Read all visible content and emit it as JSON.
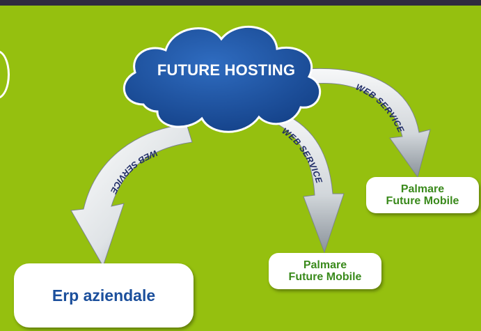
{
  "colors": {
    "background": "#95c00f",
    "top_band": "#2f2a3f",
    "cloud_fill": "#1b4f9c",
    "cloud_outline": "#ffffff",
    "arrow_fill_light": "#f2f3f4",
    "arrow_fill_dark": "#9aa2aa",
    "arrow_label": "#1f2c66",
    "erp_text": "#1b4f9c",
    "palmare_text": "#3a8a1c"
  },
  "cloud": {
    "label": "FUTURE HOSTING"
  },
  "arrows": [
    {
      "id": "to-erp",
      "label": "WEB SERVICE"
    },
    {
      "id": "to-palmare-center",
      "label": "WEB SERVICE"
    },
    {
      "id": "to-palmare-right",
      "label": "WEB SERVICE"
    }
  ],
  "boxes": {
    "erp": {
      "label": "Erp aziendale"
    },
    "palmare_center": {
      "line1": "Palmare",
      "line2": "Future Mobile"
    },
    "palmare_right": {
      "line1": "Palmare",
      "line2": "Future Mobile"
    }
  }
}
